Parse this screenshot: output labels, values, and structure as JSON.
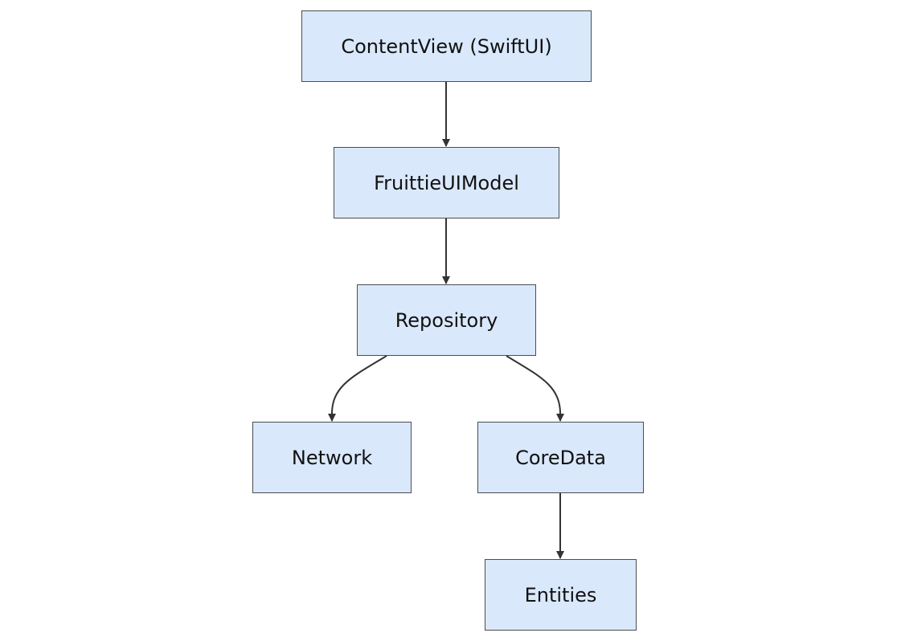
{
  "diagram": {
    "type": "flowchart",
    "direction": "top-down",
    "colors": {
      "node_fill": "#dae8fc",
      "node_border": "#4d4d4d",
      "edge": "#333333",
      "text": "#111111"
    },
    "nodes": {
      "contentview": {
        "label": "ContentView (SwiftUI)"
      },
      "uimodel": {
        "label": "FruittieUIModel"
      },
      "repository": {
        "label": "Repository"
      },
      "network": {
        "label": "Network"
      },
      "coredata": {
        "label": "CoreData"
      },
      "entities": {
        "label": "Entities"
      }
    },
    "edges": [
      {
        "from": "contentview",
        "to": "uimodel"
      },
      {
        "from": "uimodel",
        "to": "repository"
      },
      {
        "from": "repository",
        "to": "network"
      },
      {
        "from": "repository",
        "to": "coredata"
      },
      {
        "from": "coredata",
        "to": "entities"
      }
    ]
  }
}
